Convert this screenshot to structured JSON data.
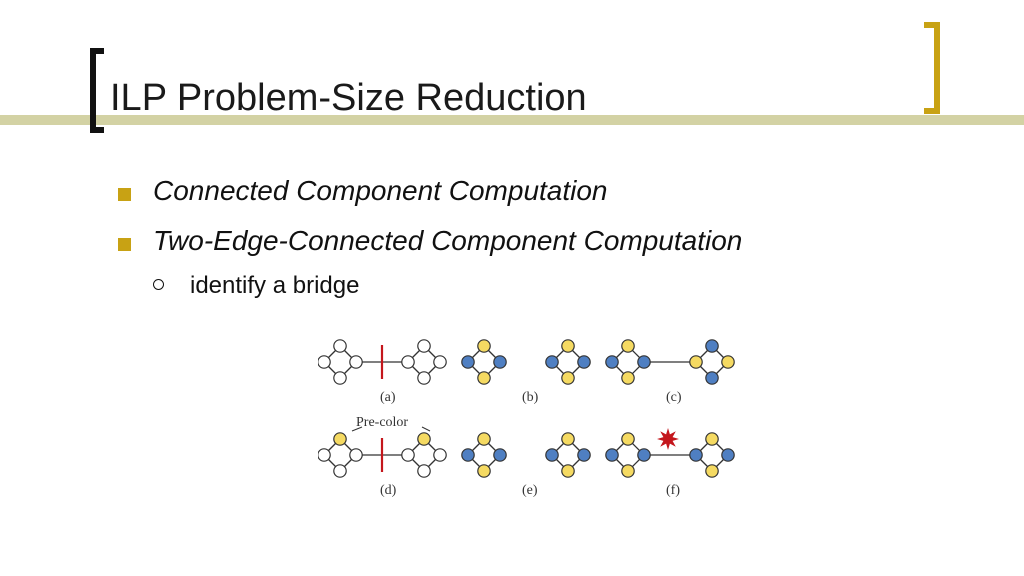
{
  "slide": {
    "title": "ILP Problem-Size Reduction",
    "bullets": [
      {
        "text": "Connected Component Computation"
      },
      {
        "text": "Two-Edge-Connected Component Computation"
      }
    ],
    "sub_bullets": [
      {
        "text": "identify a bridge"
      }
    ]
  },
  "figure": {
    "captions": [
      "(a)",
      "(b)",
      "(c)",
      "(d)",
      "(e)",
      "(f)"
    ],
    "precolor_label": "Pre-color",
    "colors": {
      "yellow": "#f5da62",
      "blue": "#4f7fc2",
      "white": "#ffffff",
      "bridge": "#c4161c",
      "conflict": "#c4161c"
    }
  },
  "theme": {
    "accent": "#c8a214",
    "title_bar": "#d3d2a4"
  }
}
